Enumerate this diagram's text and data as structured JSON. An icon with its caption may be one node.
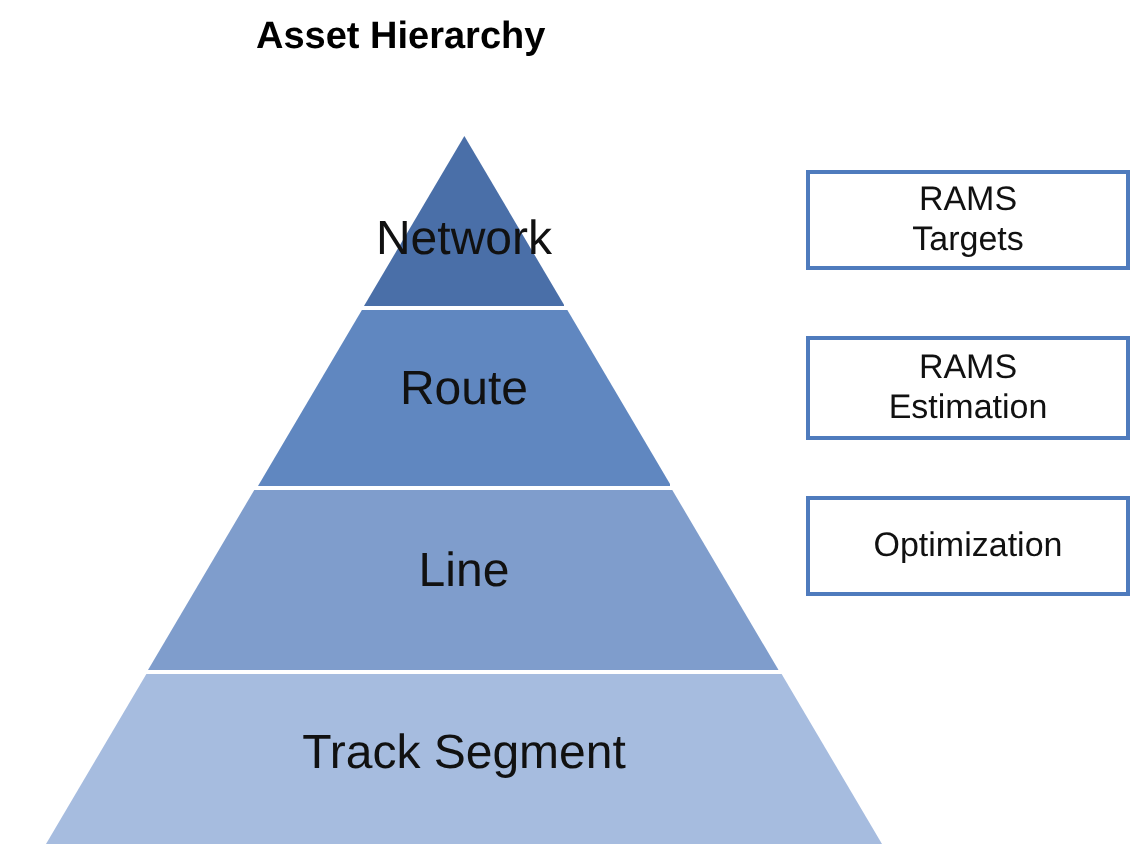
{
  "diagram": {
    "title": "Asset Hierarchy",
    "nodes": [
      {
        "text": [
          "Network"
        ]
      },
      {
        "text": [
          "Route"
        ]
      },
      {
        "text": [
          "Line"
        ]
      },
      {
        "text": [
          "Track Segment"
        ]
      },
      {
        "text": [
          "RAMS Targets"
        ]
      },
      {
        "text": [
          "RAMS Estimation"
        ]
      },
      {
        "text": [
          "Optimization"
        ]
      }
    ],
    "edges": []
  }
}
